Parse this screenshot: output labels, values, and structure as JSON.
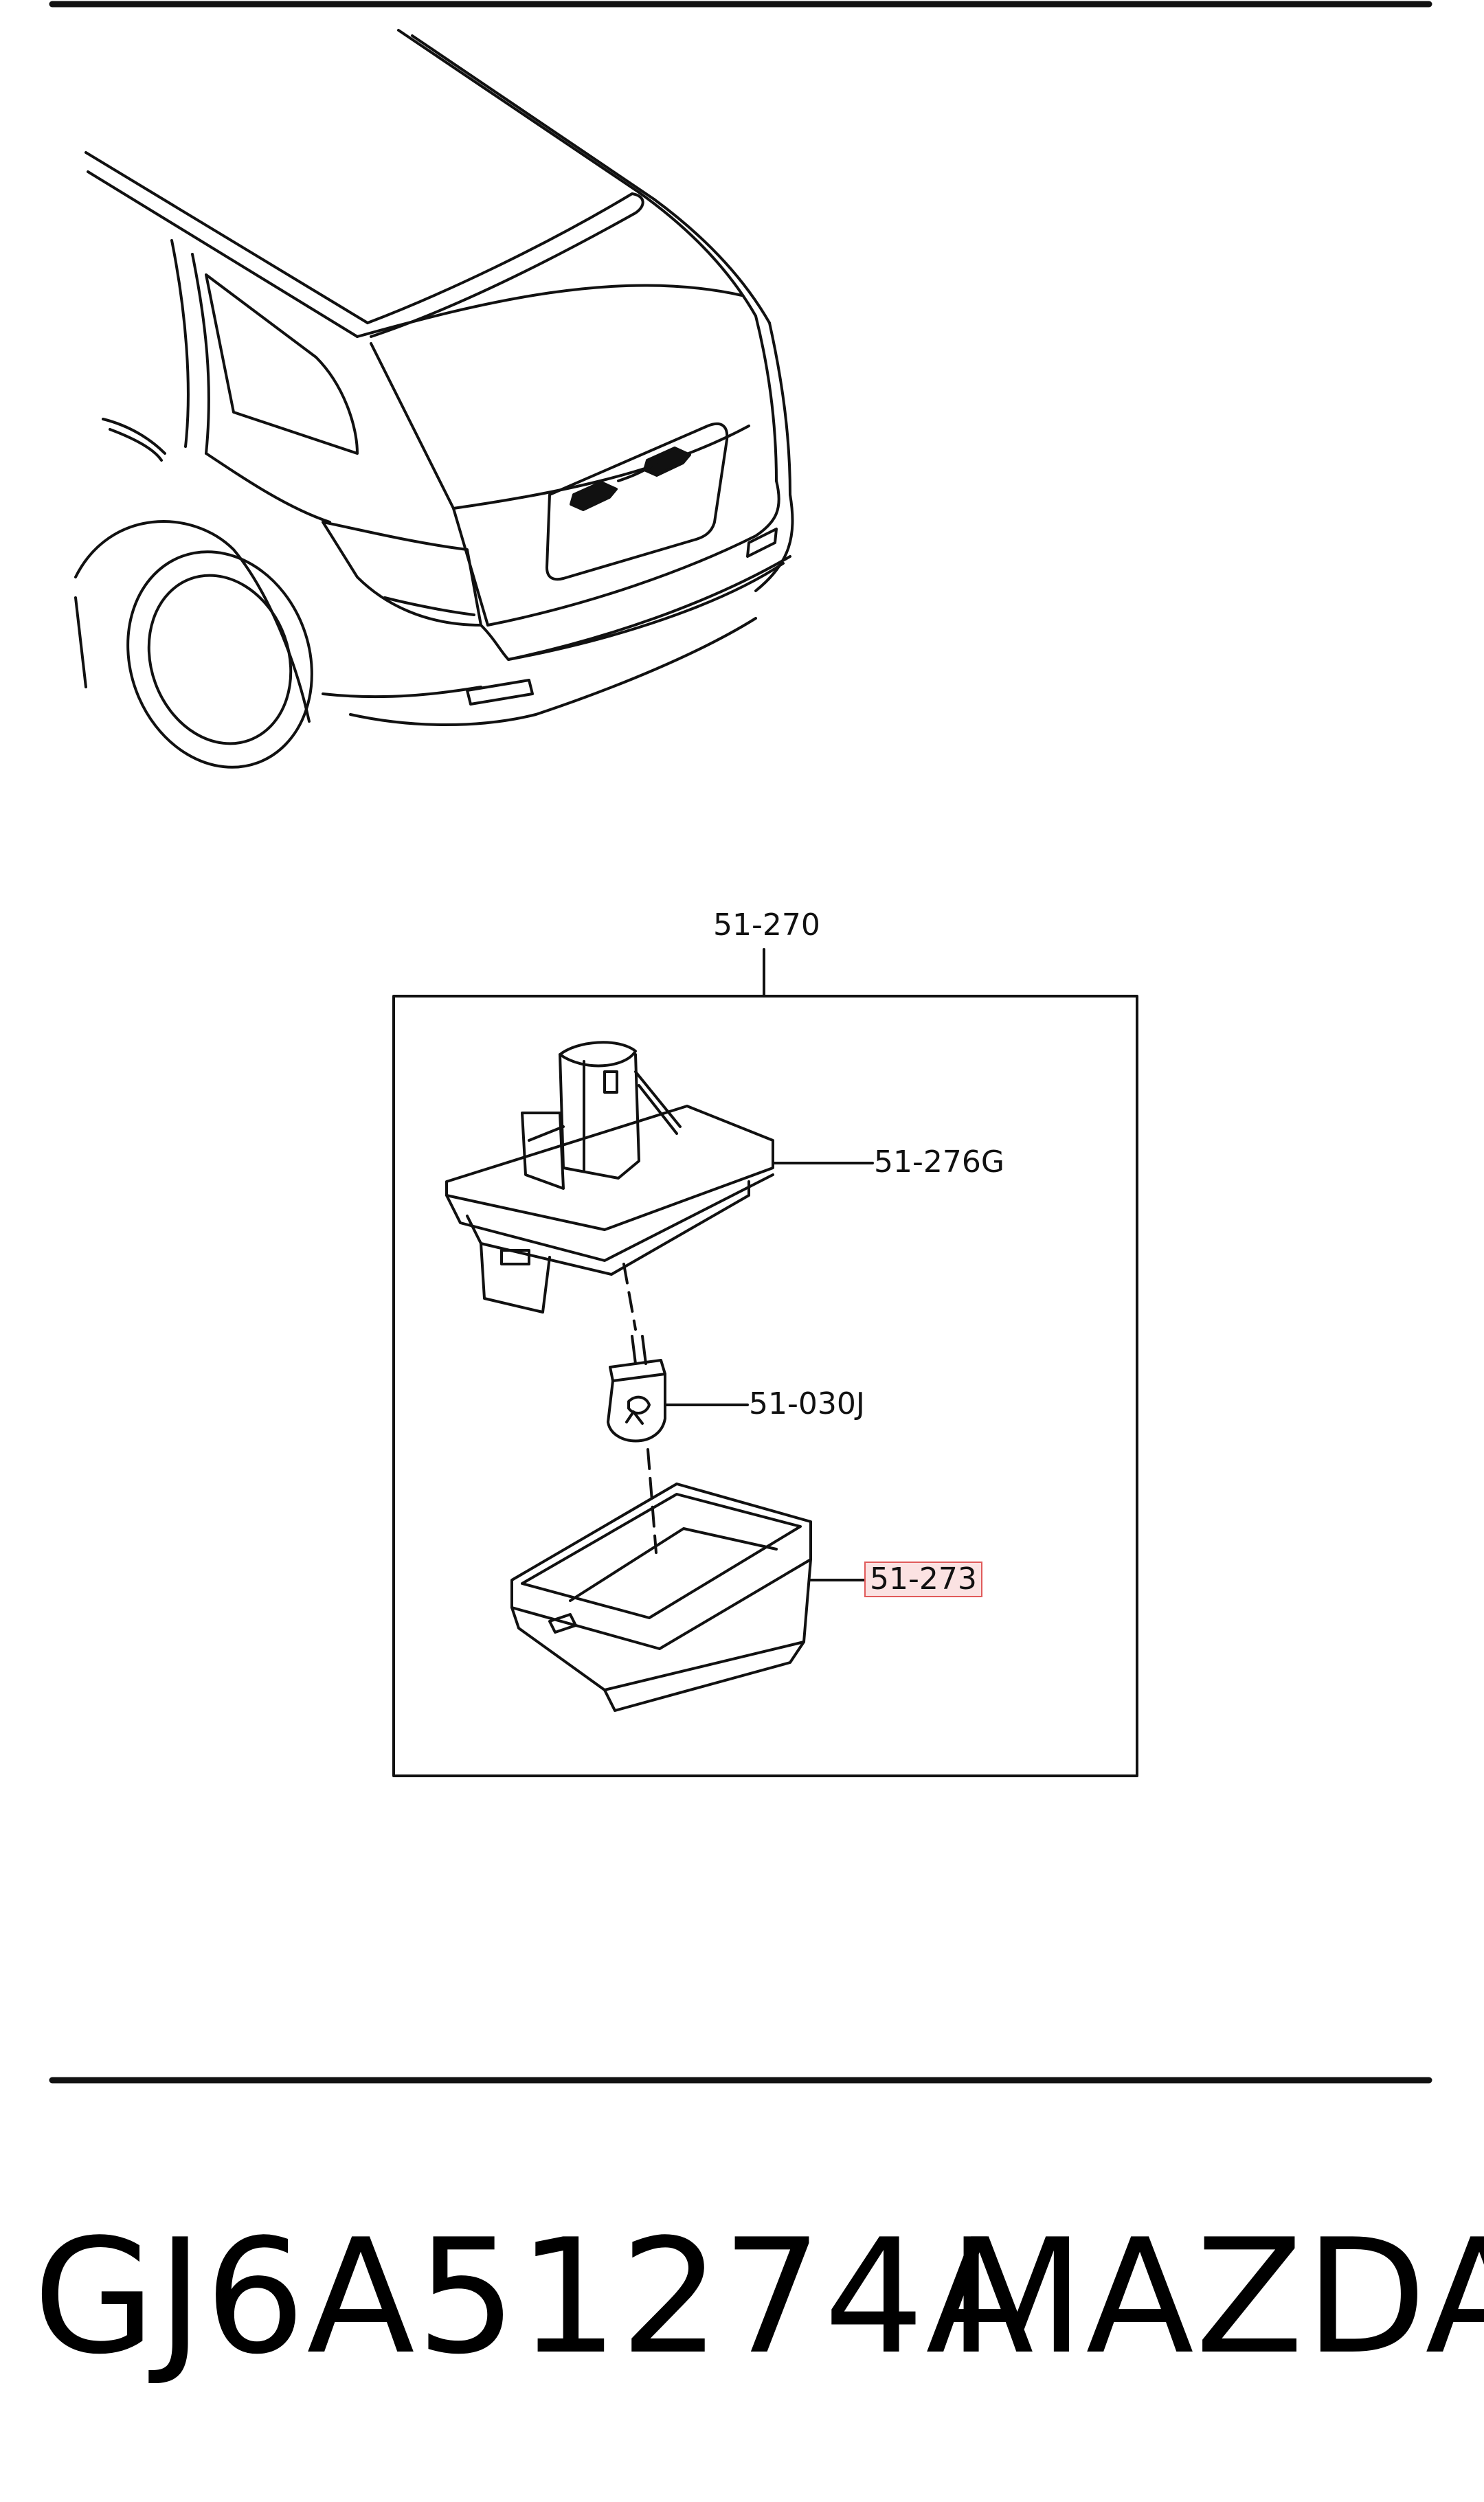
{
  "callouts": {
    "assembly": "51-270",
    "base": "51-276G",
    "bulb": "51-030J",
    "lens": "51-273"
  },
  "caption": {
    "part_number": "GJ6A51274A",
    "brand": "MAZDA"
  },
  "colors": {
    "line": "#111111",
    "highlight_border": "#e05a5a",
    "highlight_fill": "#f4c6c6"
  }
}
